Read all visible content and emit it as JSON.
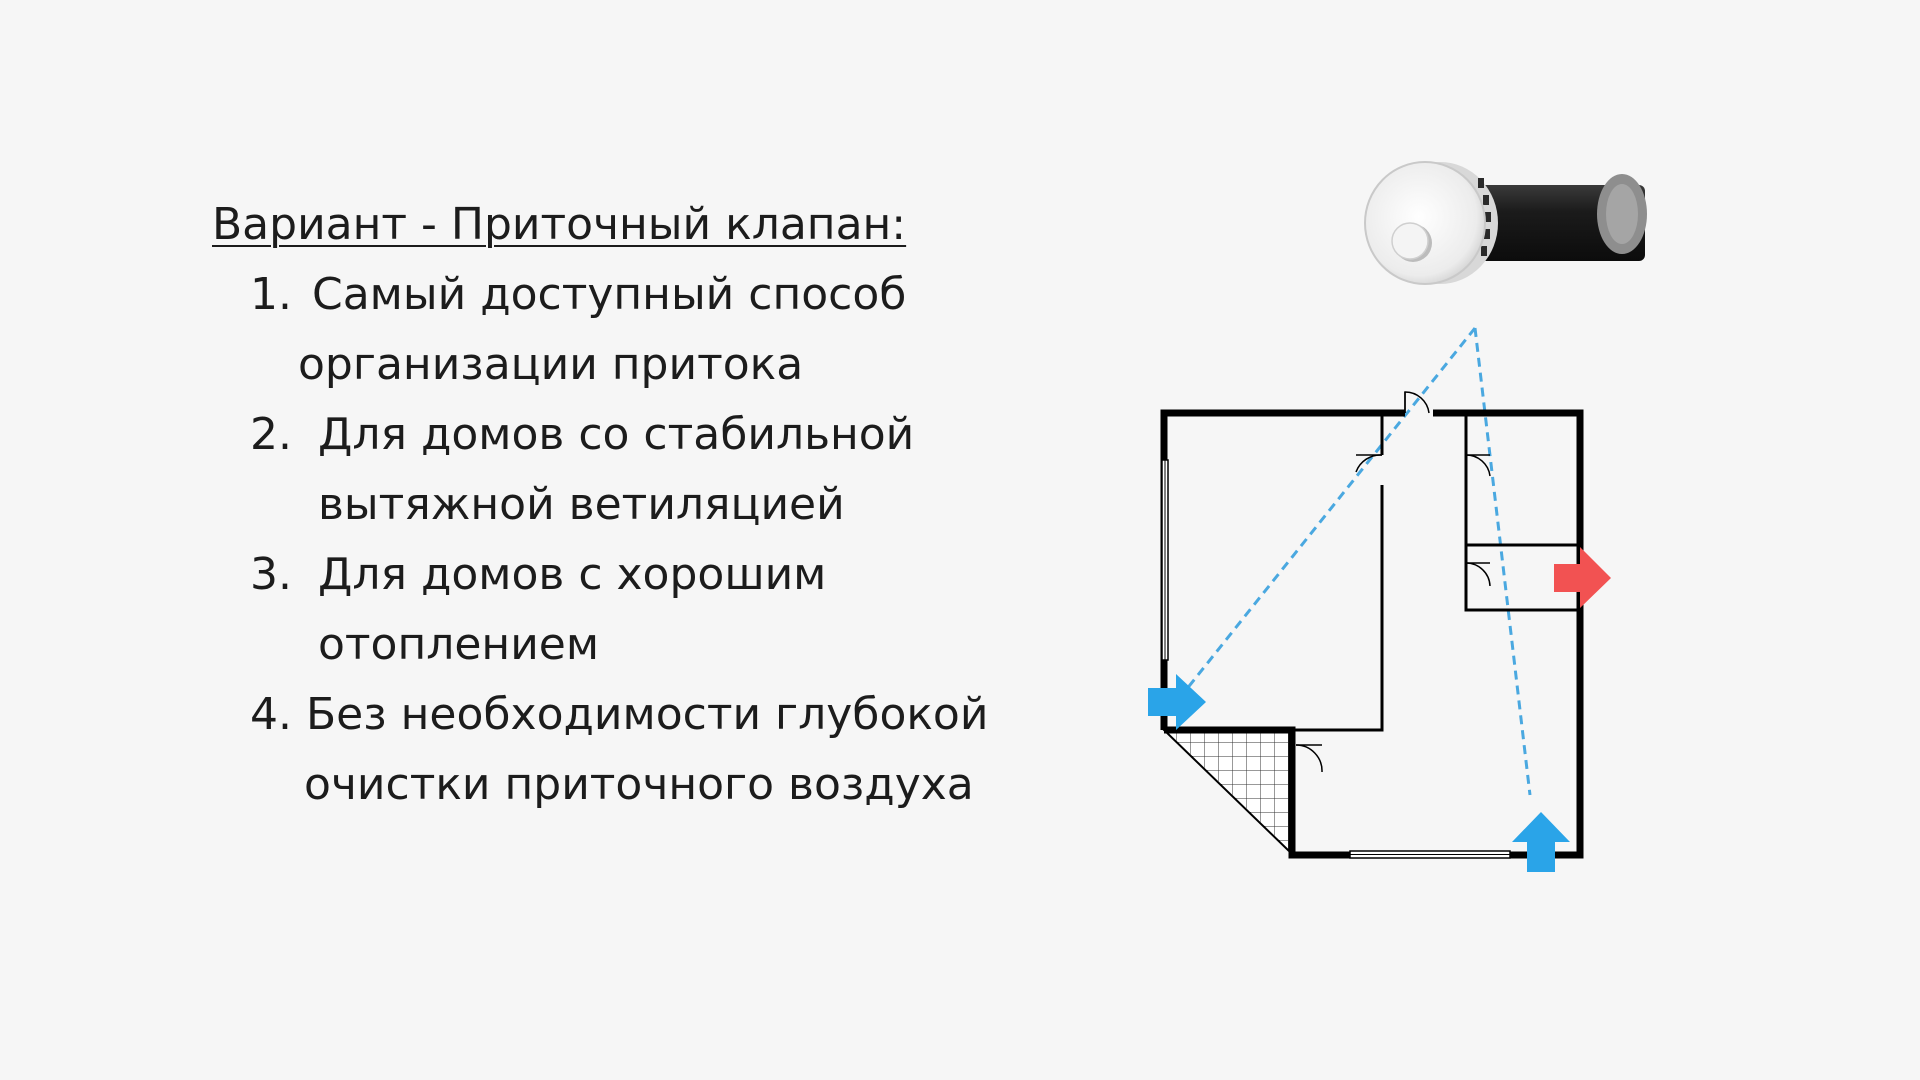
{
  "heading": "Вариант - Приточный клапан:",
  "items": [
    {
      "num": "1.",
      "lines": [
        "Самый доступный способ",
        "организации притока"
      ]
    },
    {
      "num": "2.",
      "lines": [
        "Для домов со стабильной",
        "вытяжной ветиляцией"
      ]
    },
    {
      "num": "3.",
      "lines": [
        "Для домов с хорошим",
        "отоплением"
      ]
    },
    {
      "num": "4.",
      "lines": [
        "Без необходимости глубокой",
        "очистки приточного воздуха"
      ]
    }
  ],
  "colors": {
    "background": "#f6f6f6",
    "text": "#1c1c1c",
    "supply_arrow": "#2aa4e8",
    "exhaust_arrow": "#f25252",
    "airflow_line": "#4aa8e0",
    "wall": "#000000"
  },
  "icons": {
    "valve": "supply-valve-icon",
    "supply": "supply-arrow-icon",
    "exhaust": "exhaust-arrow-icon"
  }
}
